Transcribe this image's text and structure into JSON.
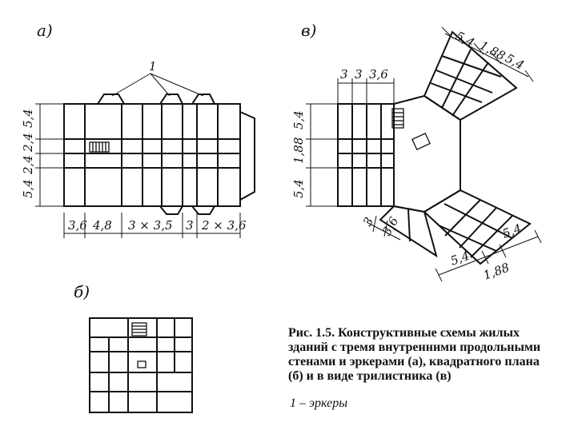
{
  "labels": {
    "a": "а)",
    "b": "б)",
    "v": "в)",
    "callout": "1"
  },
  "dims_a": {
    "left": [
      "5,4",
      "2,4",
      "2,4",
      "5,4"
    ],
    "bottom": [
      "3,6",
      "4,8",
      "3 × 3,5",
      "3",
      "2 × 3,6"
    ]
  },
  "dims_v": {
    "top": [
      "3",
      "3",
      "3,6"
    ],
    "left": [
      "5,4",
      "1,88",
      "5,4"
    ],
    "upper_right": [
      "5,4",
      "1,88",
      "5,4"
    ],
    "lower_right": [
      "5,4",
      "5,4",
      "1,88"
    ],
    "small": [
      "3",
      "3,6"
    ]
  },
  "caption": "Рис. 1.5. Конструктивные схемы жилых зданий с тремя внутренними продольными стенами и эркерами (а), квадратного плана (б) и в виде трилистника (в)",
  "legend": "1 – эркеры"
}
